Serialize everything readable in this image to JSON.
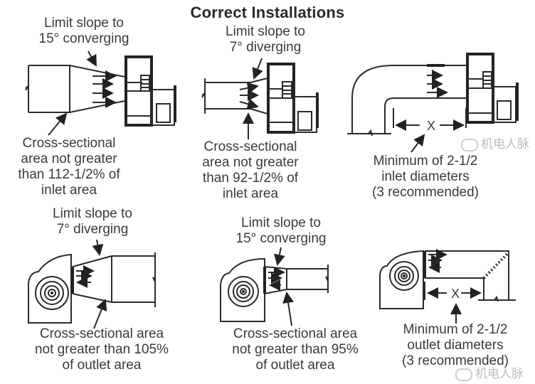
{
  "title": "Correct Installations",
  "panels": [
    {
      "id": "inlet-converging",
      "top_label": [
        "Limit slope to",
        "15° converging"
      ],
      "bottom_label": [
        "Cross-sectional",
        "area not greater",
        "than 112-1/2% of",
        "inlet area"
      ]
    },
    {
      "id": "inlet-diverging",
      "top_label": [
        "Limit slope to",
        "7° diverging"
      ],
      "bottom_label": [
        "Cross-sectional",
        "area not greater",
        "than 92-1/2% of",
        "inlet area"
      ]
    },
    {
      "id": "inlet-elbow",
      "dimension_label": "X",
      "bottom_label": [
        "Minimum of 2-1/2",
        "inlet diameters",
        "(3 recommended)"
      ]
    },
    {
      "id": "outlet-diverging",
      "top_label": [
        "Limit slope to",
        "7° diverging"
      ],
      "bottom_label": [
        "Cross-sectional area",
        "not greater than 105%",
        "of outlet area"
      ]
    },
    {
      "id": "outlet-converging",
      "top_label": [
        "Limit slope to",
        "15° converging"
      ],
      "bottom_label": [
        "Cross-sectional area",
        "not greater than 95%",
        "of outlet area"
      ]
    },
    {
      "id": "outlet-elbow",
      "dimension_label": "X",
      "bottom_label": [
        "Minimum of 2-1/2",
        "outlet diameters",
        "(3 recommended)"
      ]
    }
  ],
  "watermark": "机电人脉",
  "colors": {
    "line": "#2b2b2b",
    "text": "#3a3a3a",
    "background": "#ffffff"
  }
}
